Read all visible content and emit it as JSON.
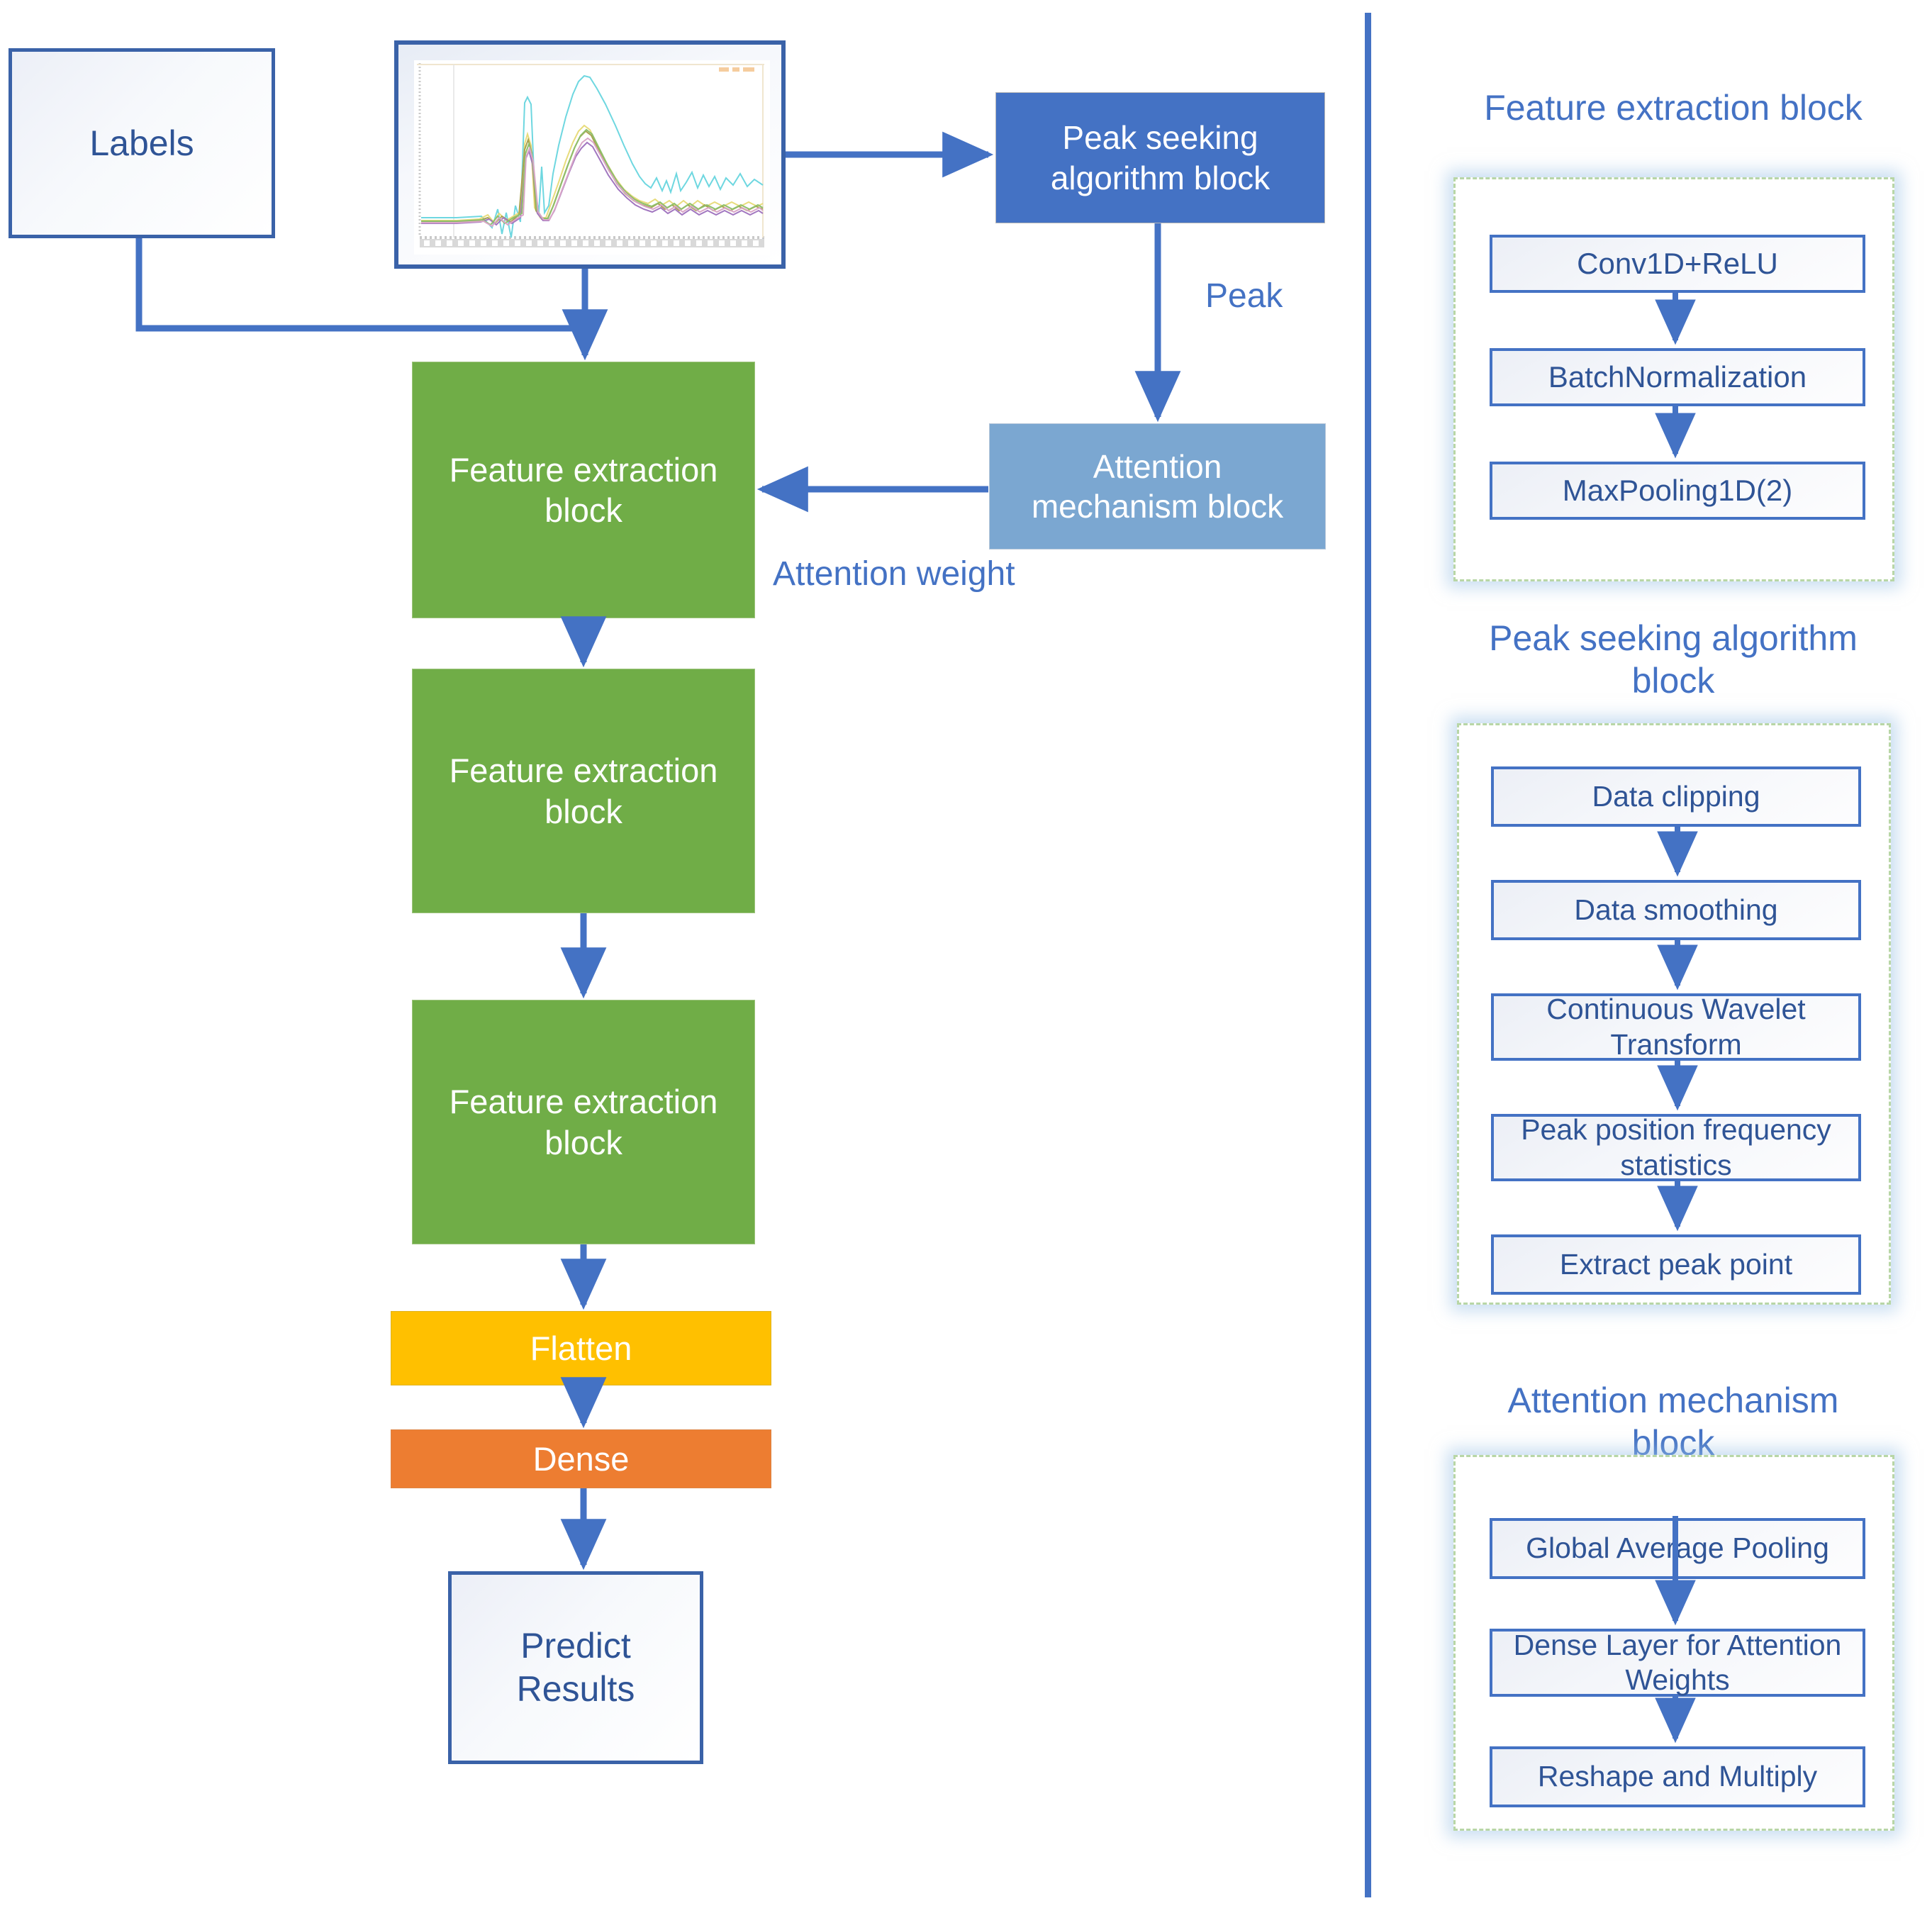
{
  "colors": {
    "arrow_blue": "#4472C4",
    "box_border_blue": "#3A62A8",
    "text_blue": "#2F5496",
    "green_block": "#70AD47",
    "amber_block": "#FFC000",
    "orange_block": "#ED7D31",
    "blue_block": "#4472C4",
    "light_blue_block": "#7BA7D1",
    "panel_glow": "#9DC3E6",
    "panel_border_green": "#B8D6A6"
  },
  "left_pipeline": {
    "labels_box": {
      "text": "Labels"
    },
    "input_plot": {
      "name": "spectra-plot"
    },
    "peak_seeking_block": {
      "text": "Peak seeking\nalgorithm block",
      "line1": "Peak seeking",
      "line2": "algorithm block"
    },
    "attention_block": {
      "text": "Attention\nmechanism block",
      "line1": "Attention",
      "line2": "mechanism block"
    },
    "feature_blocks": [
      {
        "line1": "Feature extraction",
        "line2": "block"
      },
      {
        "line1": "Feature extraction",
        "line2": "block"
      },
      {
        "line1": "Feature extraction",
        "line2": "block"
      }
    ],
    "flatten": {
      "text": "Flatten"
    },
    "dense": {
      "text": "Dense"
    },
    "predict": {
      "line1": "Predict",
      "line2": "Results"
    },
    "edge_labels": {
      "peak": "Peak",
      "attention_weight": "Attention weight"
    }
  },
  "right_panel": {
    "sections": [
      {
        "title": "Feature extraction block",
        "title_lines": [
          "Feature extraction block"
        ],
        "steps": [
          "Conv1D+ReLU",
          "BatchNormalization",
          "MaxPooling1D(2)"
        ]
      },
      {
        "title": "Peak seeking algorithm block",
        "title_lines": [
          "Peak seeking algorithm",
          "block"
        ],
        "steps": [
          "Data clipping",
          "Data smoothing",
          "Continuous Wavelet\nTransform",
          "Peak position frequency\nstatistics",
          "Extract peak point"
        ],
        "steps_lines": [
          [
            "Data clipping"
          ],
          [
            "Data smoothing"
          ],
          [
            "Continuous Wavelet",
            "Transform"
          ],
          [
            "Peak position frequency",
            "statistics"
          ],
          [
            "Extract peak point"
          ]
        ]
      },
      {
        "title": "Attention mechanism block",
        "title_lines": [
          "Attention mechanism",
          "block"
        ],
        "steps": [
          "Global Average Pooling",
          "Dense Layer for Attention\nWeights",
          "Reshape and Multiply"
        ],
        "steps_lines": [
          [
            "Global Average Pooling"
          ],
          [
            "Dense Layer for Attention",
            "Weights"
          ],
          [
            "Reshape and Multiply"
          ]
        ]
      }
    ]
  },
  "chart_data": {
    "type": "line",
    "title": "",
    "xlabel": "",
    "ylabel": "",
    "description": "Overlaid multi-sample spectra: flat baseline, one narrow sharp peak, then a broad tall peak, followed by a noisy decaying tail.",
    "series": [
      {
        "name": "trace-cyan",
        "color": "#6ED7E0"
      },
      {
        "name": "trace-yellow",
        "color": "#E8DC7C"
      },
      {
        "name": "trace-olive",
        "color": "#A9A24F"
      },
      {
        "name": "trace-purple",
        "color": "#A277C0"
      },
      {
        "name": "trace-green",
        "color": "#8FBF6A"
      },
      {
        "name": "trace-pink",
        "color": "#D9A6C7"
      }
    ]
  }
}
